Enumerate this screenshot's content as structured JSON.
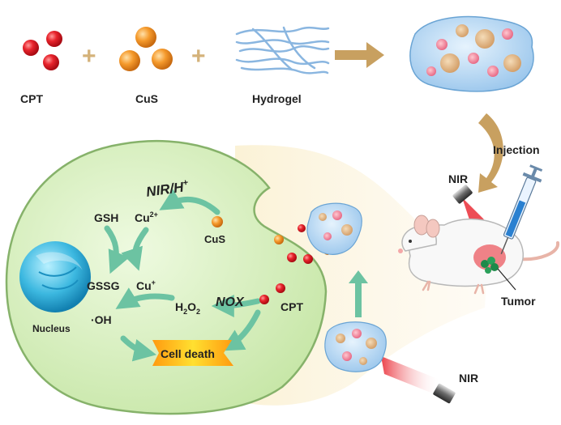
{
  "top_row": {
    "cpt_label": "CPT",
    "cus_label": "CuS",
    "hydrogel_label": "Hydrogel",
    "plus_symbol": "+"
  },
  "process": {
    "injection_label": "Injection",
    "nir_label": "NIR",
    "tumor_label": "Tumor"
  },
  "cell": {
    "nucleus_label": "Nucleus",
    "nir_h_label": "NIR/H",
    "nir_h_sup": "+",
    "gsh_label": "GSH",
    "cu2_label": "Cu",
    "cu2_sup": "2+",
    "cus_label": "CuS",
    "gssg_label": "GSSG",
    "cu1_label": "Cu",
    "cu1_sup": "+",
    "h2o2_label": "H",
    "h2o2_sub1": "2",
    "h2o2_mid": "O",
    "h2o2_sub2": "2",
    "nox_label": "NOX",
    "cpt_label": "CPT",
    "oh_label": "·OH",
    "cell_death_label": "Cell death"
  },
  "colors": {
    "cpt_red": "#e0202a",
    "cus_orange": "#f0982a",
    "hydrogel_blue": "#9cc6ea",
    "arrow_green": "#6cc3a2",
    "arrow_tan": "#c8a060",
    "cell_fill": "#d4eebb",
    "cell_stroke": "#7ba85a",
    "laser_red": "#e8202a"
  }
}
